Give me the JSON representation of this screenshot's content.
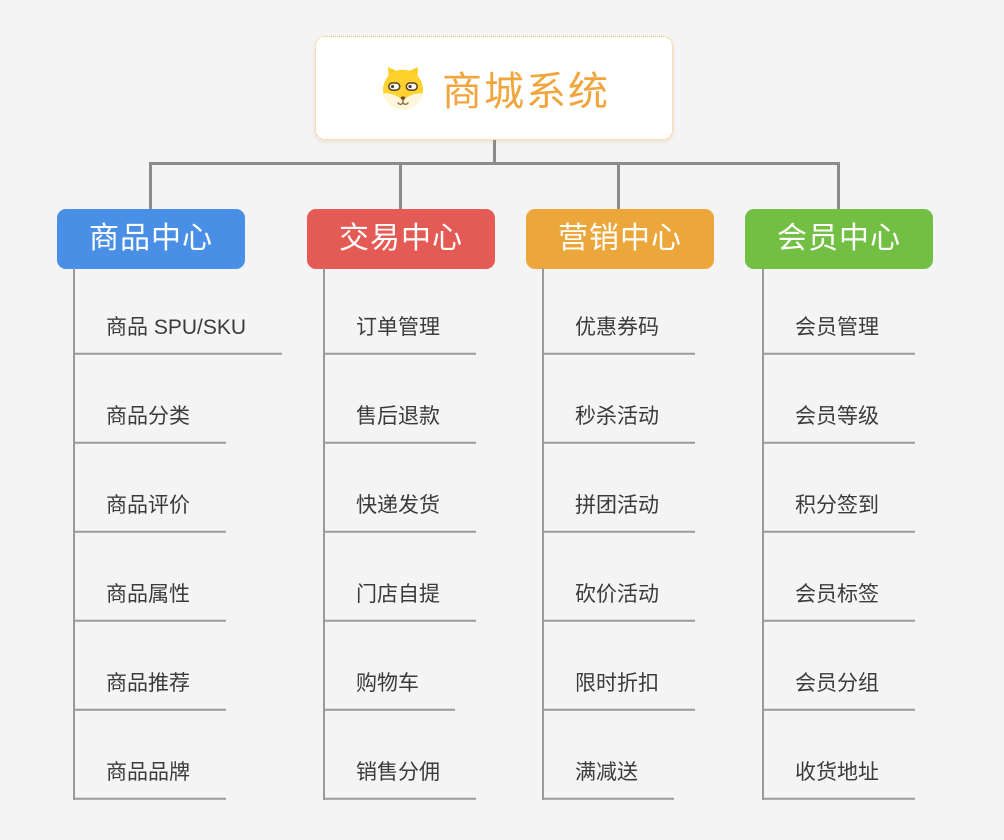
{
  "page": {
    "background_color": "#F4F4F5",
    "connector_color": "#8C8C8C",
    "underline_color": "#9A9A9A"
  },
  "root": {
    "title": "商城系统",
    "icon": "shiba-dog-icon",
    "text_color": "#F0A63C",
    "border_color": "#F2BC62"
  },
  "branches": [
    {
      "id": "product-center",
      "label": "商品中心",
      "color": "#4A8FE6",
      "items": [
        "商品 SPU/SKU",
        "商品分类",
        "商品评价",
        "商品属性",
        "商品推荐",
        "商品品牌"
      ]
    },
    {
      "id": "trade-center",
      "label": "交易中心",
      "color": "#E45B55",
      "items": [
        "订单管理",
        "售后退款",
        "快递发货",
        "门店自提",
        "购物车",
        "销售分佣"
      ]
    },
    {
      "id": "marketing-center",
      "label": "营销中心",
      "color": "#EBA73C",
      "items": [
        "优惠券码",
        "秒杀活动",
        "拼团活动",
        "砍价活动",
        "限时折扣",
        "满减送"
      ]
    },
    {
      "id": "member-center",
      "label": "会员中心",
      "color": "#72BF44",
      "items": [
        "会员管理",
        "会员等级",
        "积分签到",
        "会员标签",
        "会员分组",
        "收货地址"
      ]
    }
  ]
}
